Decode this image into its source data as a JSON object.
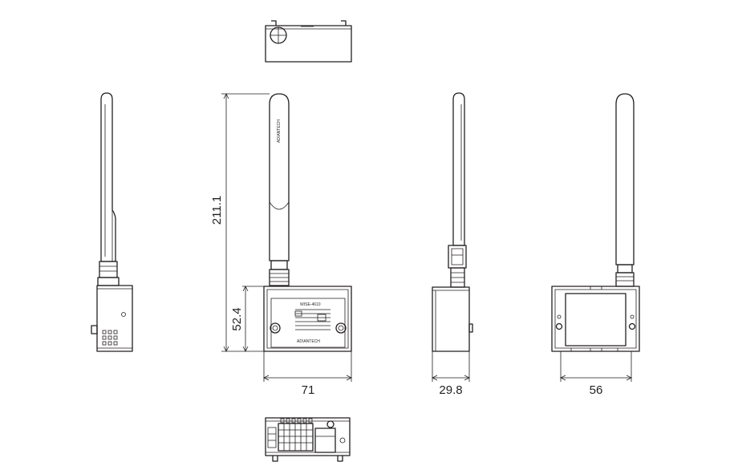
{
  "dimensions": {
    "overall_height": "211.1",
    "body_height": "52.4",
    "front_width": "71",
    "side_depth": "29.8",
    "back_width": "56"
  },
  "front_label": {
    "brand": "AD\\ANTECH",
    "model": "WISE-4610"
  },
  "antenna_brand": "AD\\ANTECH"
}
